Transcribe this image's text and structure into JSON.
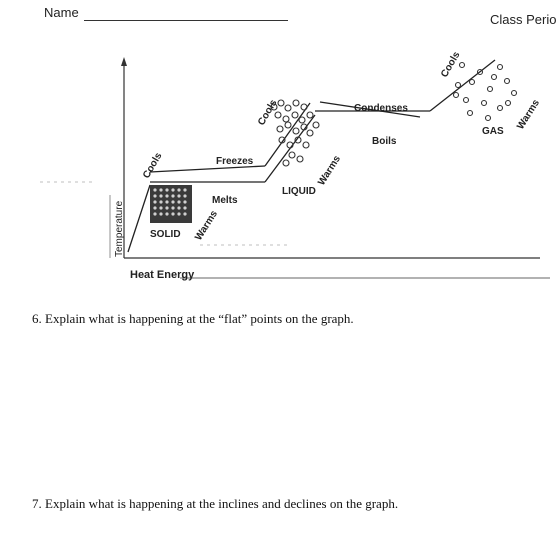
{
  "header": {
    "name_label": "Name",
    "class_label": "Class Period"
  },
  "diagram": {
    "y_axis_label": "Temperature",
    "x_axis_label": "Heat Energy",
    "states": {
      "solid": "SOLID",
      "liquid": "LIQUID",
      "gas": "GAS"
    },
    "labels": {
      "cools_1": "Cools",
      "cools_2": "Cools",
      "cools_3": "Cools",
      "warms_1": "Warms",
      "warms_2": "Warms",
      "warms_3": "Warms",
      "freezes": "Freezes",
      "melts": "Melts",
      "condenses": "Condenses",
      "boils": "Boils"
    }
  },
  "questions": [
    {
      "text": "6. Explain what is happening at the “flat” points on the graph."
    },
    {
      "text": "7. Explain what is happening at the inclines and declines on the graph."
    }
  ]
}
